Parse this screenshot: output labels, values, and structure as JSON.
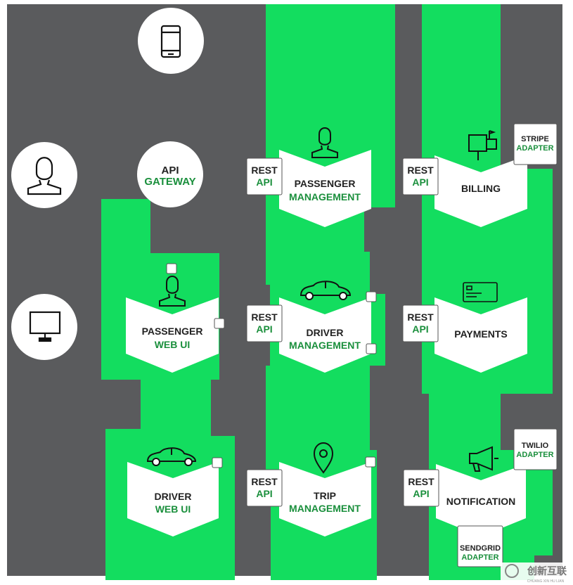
{
  "colors": {
    "background": "#5a5b5d",
    "green": "#13dd5f",
    "white": "#ffffff",
    "label_dark": "#222222",
    "label_green": "#1a8f3c",
    "icon_stroke": "#111111"
  },
  "clients": [
    {
      "id": "mobile",
      "icon": "mobile-phone-icon"
    },
    {
      "id": "user",
      "icon": "user-icon"
    },
    {
      "id": "desktop",
      "icon": "desktop-monitor-icon"
    }
  ],
  "gateway": {
    "line1": "API",
    "line2": "GATEWAY"
  },
  "services": {
    "passenger_management": {
      "line1": "PASSENGER",
      "line2": "MANAGEMENT",
      "icon": "passenger-icon"
    },
    "billing": {
      "line1": "BILLING",
      "line2": "",
      "icon": "mailbox-icon"
    },
    "passenger_web_ui": {
      "line1": "PASSENGER",
      "line2": "WEB UI",
      "icon": "passenger-icon"
    },
    "driver_management": {
      "line1": "DRIVER",
      "line2": "MANAGEMENT",
      "icon": "car-icon"
    },
    "payments": {
      "line1": "PAYMENTS",
      "line2": "",
      "icon": "credit-card-icon"
    },
    "driver_web_ui": {
      "line1": "DRIVER",
      "line2": "WEB UI",
      "icon": "car-icon"
    },
    "trip_management": {
      "line1": "TRIP",
      "line2": "MANAGEMENT",
      "icon": "map-pin-icon"
    },
    "notification": {
      "line1": "NOTIFICATION",
      "line2": "",
      "icon": "megaphone-icon"
    }
  },
  "rest_api": {
    "line1": "REST",
    "line2": "API"
  },
  "adapters": {
    "stripe": {
      "line1": "STRIPE",
      "line2": "ADAPTER"
    },
    "twilio": {
      "line1": "TWILIO",
      "line2": "ADAPTER"
    },
    "sendgrid": {
      "line1": "SENDGRID",
      "line2": "ADAPTER"
    }
  },
  "watermark": {
    "text": "创新互联",
    "subtext": "CHUANG XIN HU LIAN"
  }
}
